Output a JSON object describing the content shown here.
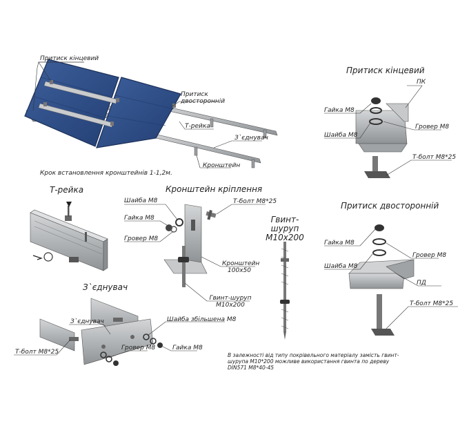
{
  "panel_system": {
    "end_clamp_label": "Притиск кінцевий",
    "double_clamp_label": "Притиск двосторонній",
    "t_rail_label": "Т-рейка",
    "connector_label": "З`єднувач",
    "bracket_label": "Кронштейн",
    "step_caption": "Крок встановлення кронштейнів 1-1,2м."
  },
  "t_rail": {
    "title": "Т-рейка"
  },
  "bracket": {
    "title": "Кронштейн кріплення",
    "washer": "Шайба М8",
    "nut": "Гайка М8",
    "grover": "Гровер М8",
    "bolt": "Т-болт М8*25",
    "bracket": "Кронштейн 100х50",
    "screw": "Гвинт-шуруп М10х200"
  },
  "connector": {
    "title": "З`єднувач",
    "connector": "З`єднувач",
    "washer": "Шайба збільшена М8",
    "grover": "Гровер М8",
    "nut": "Гайка М8",
    "bolt": "Т-болт М8*25"
  },
  "screw": {
    "title": "Гвинт-шуруп М10х200"
  },
  "end_clamp": {
    "title": "Притиск кінцевий",
    "code": "ПК",
    "nut": "Гайка М8",
    "grover": "Гровер М8",
    "washer": "Шайба М8",
    "bolt": "Т-болт М8*25"
  },
  "double_clamp": {
    "title": "Притиск двосторонній",
    "nut": "Гайка М8",
    "grover": "Гровер М8",
    "washer": "Шайба М8",
    "code": "ПД",
    "bolt": "Т-болт М8*25"
  },
  "note": "В залежності від типу покрівельного матеріалу замість гвинт-шурупа М10*200 можливе використання гвинта по дереву DIN571 М8*40-45",
  "colors": {
    "panel": "#2f4f86",
    "panel_edge": "#1c3058",
    "metal": "#b9bcbf",
    "metal_dark": "#7d8184"
  }
}
